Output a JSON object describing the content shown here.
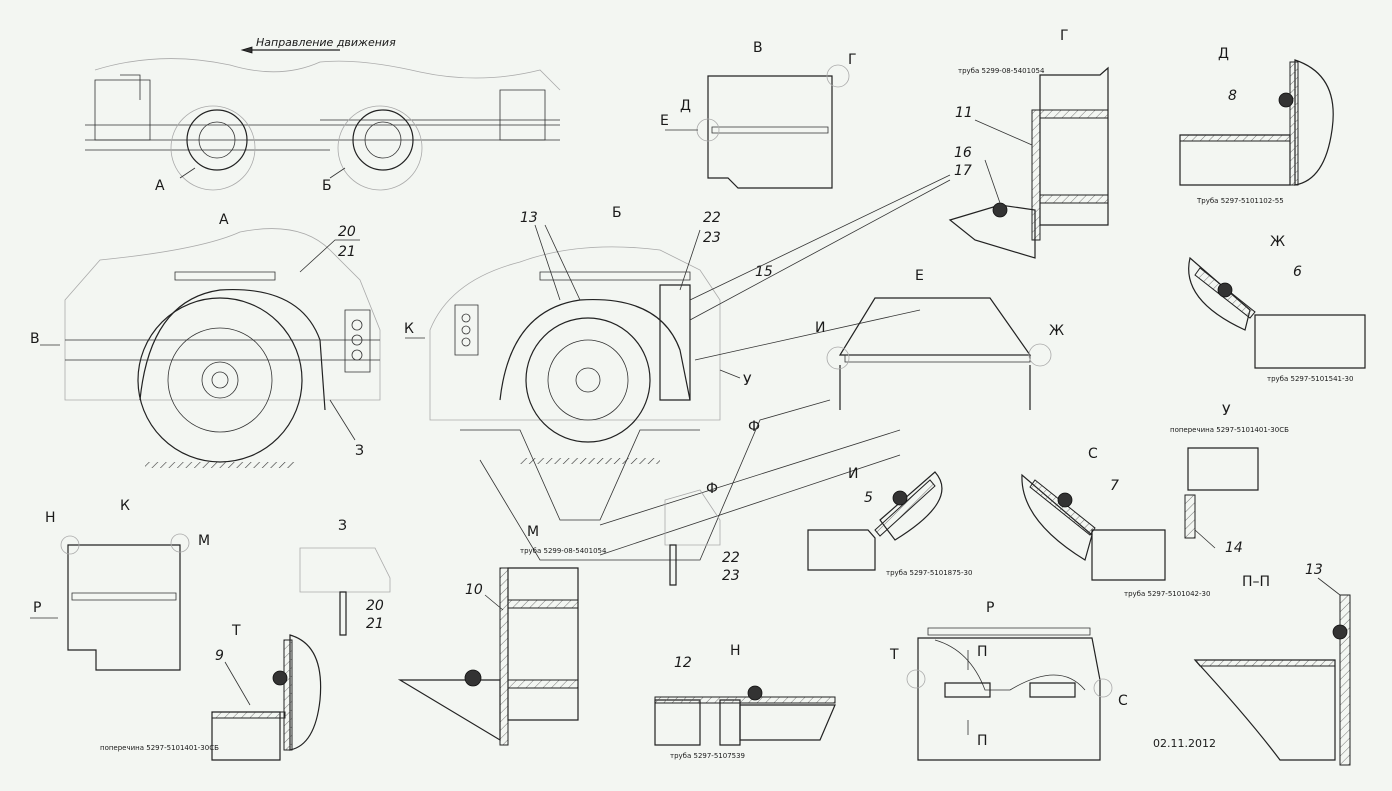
{
  "drawing": {
    "direction_label": "Направление движения",
    "date": "02.11.2012"
  },
  "views": {
    "top": {
      "callout_a": "А",
      "callout_b": "Б"
    },
    "a": {
      "title": "А",
      "callout_v": "В",
      "callout_z": "З",
      "part_20": "20",
      "part_21": "21"
    },
    "b": {
      "title": "Б",
      "callout_k": "К",
      "callout_u": "У",
      "callout_f1": "Ф",
      "callout_f2": "Ф",
      "part_13": "13",
      "part_15": "15",
      "part_22": "22",
      "part_23": "23"
    },
    "v": {
      "title": "В",
      "callout_g": "Г",
      "callout_d": "Д",
      "callout_e": "Е"
    },
    "g": {
      "title": "Г",
      "part_11": "11",
      "part_16": "16",
      "part_17": "17",
      "note": "труба 5299-08-5401054"
    },
    "d": {
      "title": "Д",
      "part_8": "8",
      "note": "Труба 5297-5101102-55"
    },
    "e": {
      "title": "Е",
      "callout_i": "И",
      "callout_zh": "Ж"
    },
    "zh": {
      "title": "Ж",
      "part_6": "6",
      "note": "труба 5297-5101541-30"
    },
    "u": {
      "title": "У",
      "part_14": "14",
      "note": "поперечина 5297-5101401-30СБ"
    },
    "k": {
      "title": "К",
      "callout_n": "Н",
      "callout_m": "М",
      "callout_r": "Р"
    },
    "z": {
      "title": "З",
      "part_20": "20",
      "part_21": "21"
    },
    "t": {
      "title": "Т",
      "part_9": "9",
      "note": "поперечина 5297-5101401-30СБ"
    },
    "m": {
      "title": "М",
      "part_10": "10",
      "note": "труба 5299-08-5401054"
    },
    "f": {
      "part_22": "22",
      "part_23": "23"
    },
    "i": {
      "title": "И",
      "part_5": "5",
      "note": "труба 5297-5101875-30"
    },
    "s": {
      "title": "С",
      "part_7": "7",
      "note": "труба 5297-5101042-30"
    },
    "n": {
      "title": "Н",
      "part_12": "12",
      "note": "труба 5297-5107539"
    },
    "r": {
      "title": "Р",
      "callout_t": "Т",
      "callout_s": "С",
      "callout_p1": "П",
      "callout_p2": "П"
    },
    "pp": {
      "title": "П–П",
      "part_13": "13"
    }
  }
}
